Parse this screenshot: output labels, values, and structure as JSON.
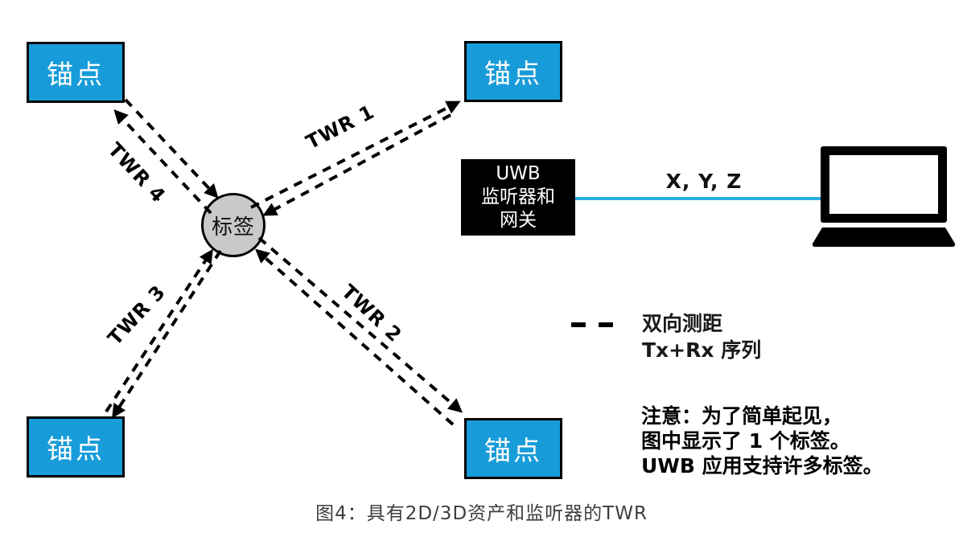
{
  "nodes": {
    "anchor_label": "锚点",
    "tag_label": "标签",
    "uwb": {
      "line1": "UWB",
      "line2": "监听器和",
      "line3": "网关"
    },
    "xyz_label": "X, Y, Z"
  },
  "twr": {
    "twr1": "TWR 1",
    "twr2": "TWR 2",
    "twr3": "TWR 3",
    "twr4": "TWR 4"
  },
  "legend": {
    "line1": "双向测距",
    "line2": "Tx+Rx 序列"
  },
  "note": {
    "line1": "注意：为了简单起见，",
    "line2": "图中显示了 1 个标签。",
    "line3": "UWB 应用支持许多标签。"
  },
  "caption": "图4：具有2D/3D资产和监听器的TWR",
  "colors": {
    "anchor_fill": "#189cd9",
    "anchor_text": "#ffffff",
    "tag_fill": "#c9c9c9",
    "uwb_fill": "#000000",
    "uwb_text": "#ffffff",
    "connection_line": "#29aee4",
    "dashed_line": "#000000",
    "caption_text": "#3d3d3d"
  }
}
